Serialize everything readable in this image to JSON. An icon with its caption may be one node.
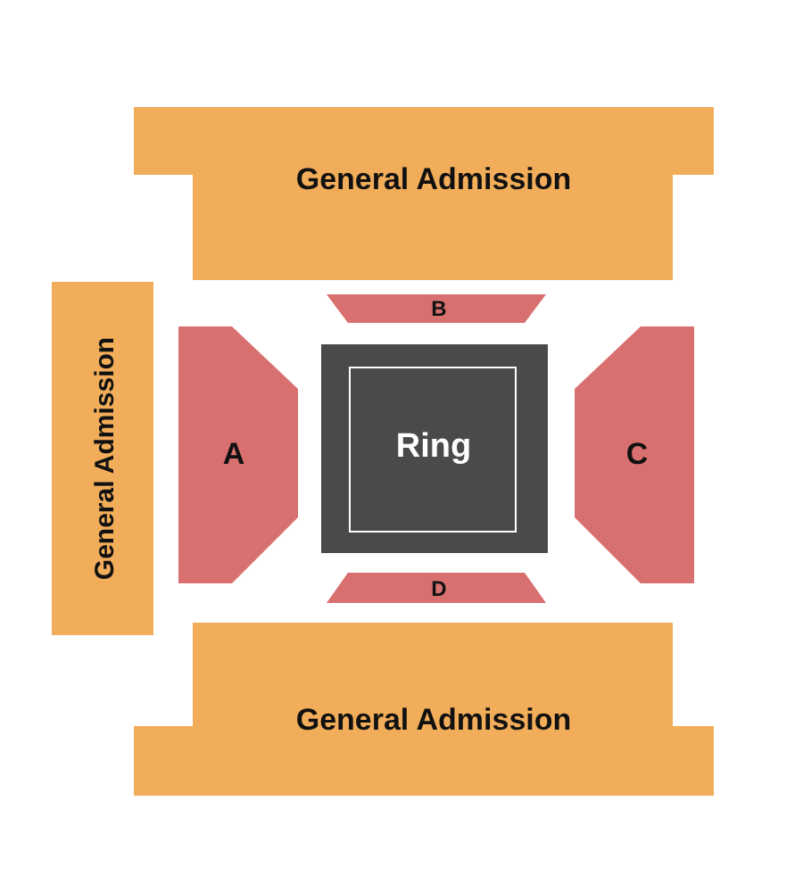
{
  "diagram": {
    "nodes": [
      {
        "text": [
          "General Admission"
        ]
      },
      {
        "text": [
          "B"
        ]
      },
      {
        "text": [
          "General Admission"
        ]
      },
      {
        "text": [
          "A"
        ]
      },
      {
        "text": [
          "Ring"
        ]
      },
      {
        "text": [
          "C"
        ]
      },
      {
        "text": [
          "D"
        ]
      },
      {
        "text": [
          "General Admission"
        ]
      }
    ]
  }
}
